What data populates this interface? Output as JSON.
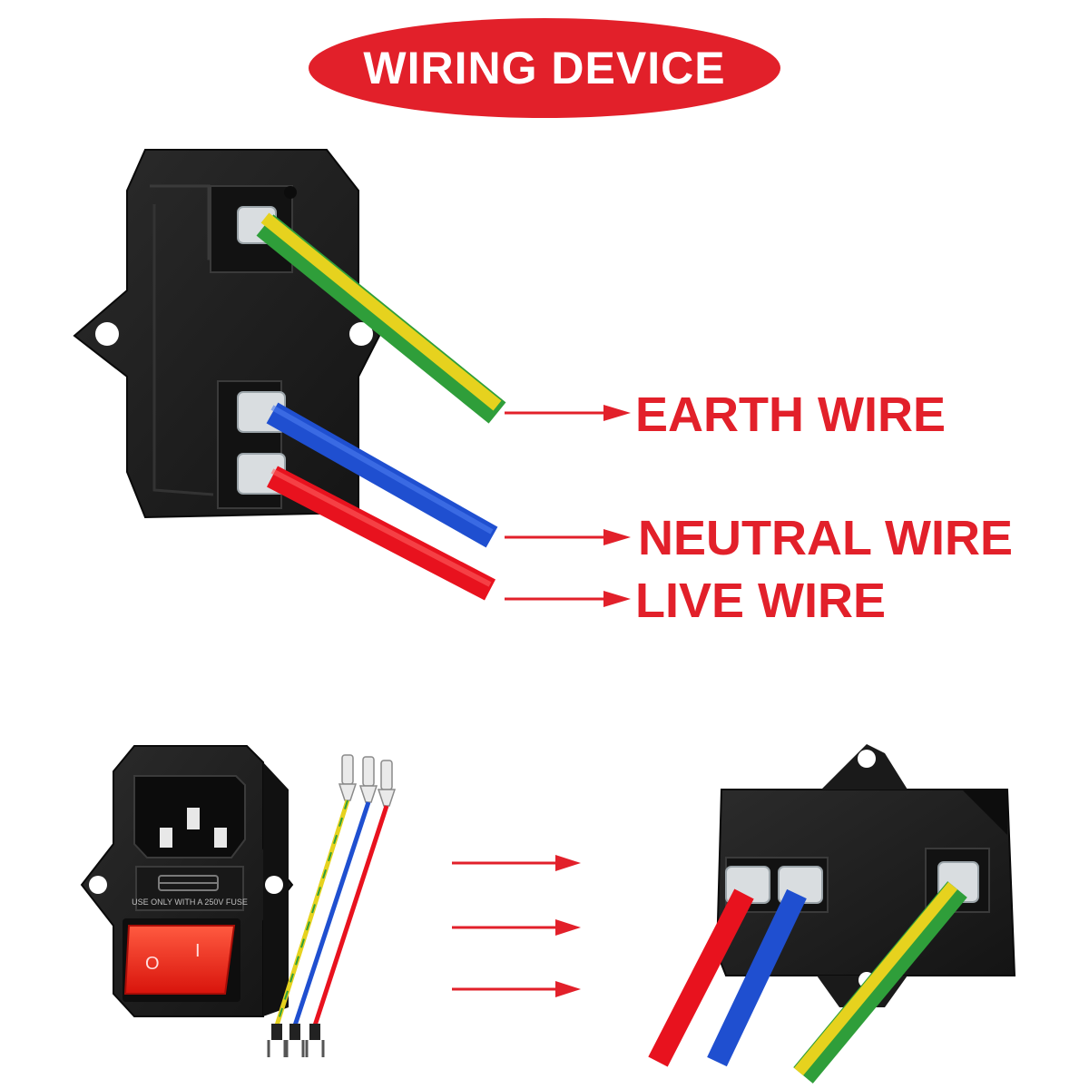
{
  "title": "WIRING DEVICE",
  "labels": {
    "earth": "EARTH WIRE",
    "neutral": "NEUTRAL WIRE",
    "live": "LIVE WIRE"
  },
  "socket": {
    "fuse_text": "USE ONLY WITH A 250V FUSE",
    "switch_off": "O",
    "switch_on": "I"
  },
  "colors": {
    "accent_red": "#e2202a",
    "earth_yellow": "#e6d21e",
    "earth_green": "#2f9e3a",
    "neutral_blue": "#1f4fd0",
    "live_red": "#e8121e",
    "housing": "#1d1d1d",
    "switch_red": "#ff2a1a"
  }
}
